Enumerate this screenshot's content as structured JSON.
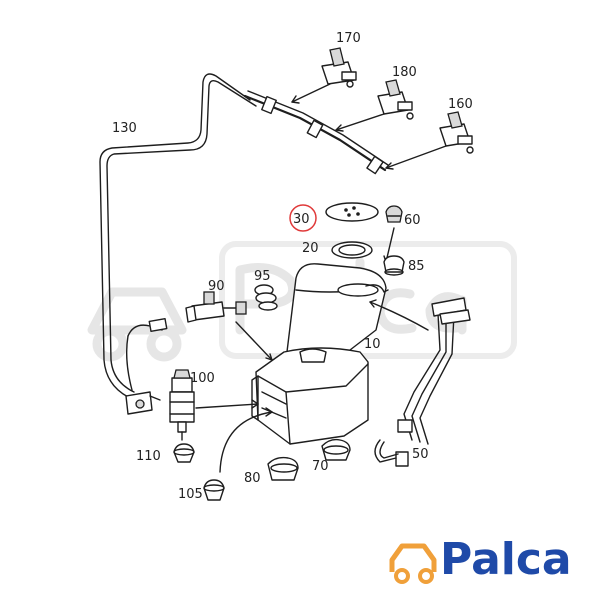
{
  "diagram": {
    "part_labels": [
      "170",
      "180",
      "160",
      "130",
      "30",
      "60",
      "20",
      "85",
      "90",
      "95",
      "10",
      "100",
      "110",
      "70",
      "80",
      "105",
      "50"
    ],
    "highlighted_label": "30",
    "highlight_color": "#e03a3a"
  },
  "watermark": {
    "text": "Palca"
  },
  "logo": {
    "text": "Palca",
    "text_color": "#1f4aa8",
    "icon_color": "#f0a03a"
  }
}
